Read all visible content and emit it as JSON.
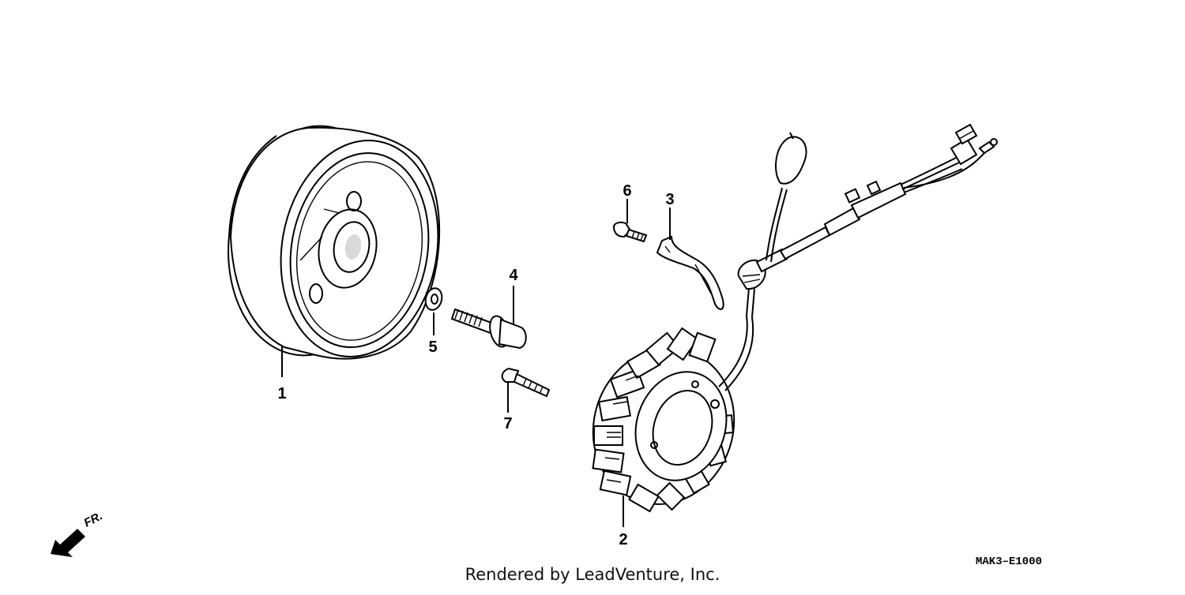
{
  "diagram": {
    "parts": [
      {
        "label": "1",
        "name": "flywheel"
      },
      {
        "label": "2",
        "name": "stator"
      },
      {
        "label": "3",
        "name": "clamp"
      },
      {
        "label": "4",
        "name": "flange-bolt"
      },
      {
        "label": "5",
        "name": "washer"
      },
      {
        "label": "6",
        "name": "small-bolt"
      },
      {
        "label": "7",
        "name": "bolt"
      }
    ],
    "direction_label": "FR.",
    "drawing_code": "MAK3–E1000",
    "credit": "Rendered by LeadVenture, Inc."
  }
}
